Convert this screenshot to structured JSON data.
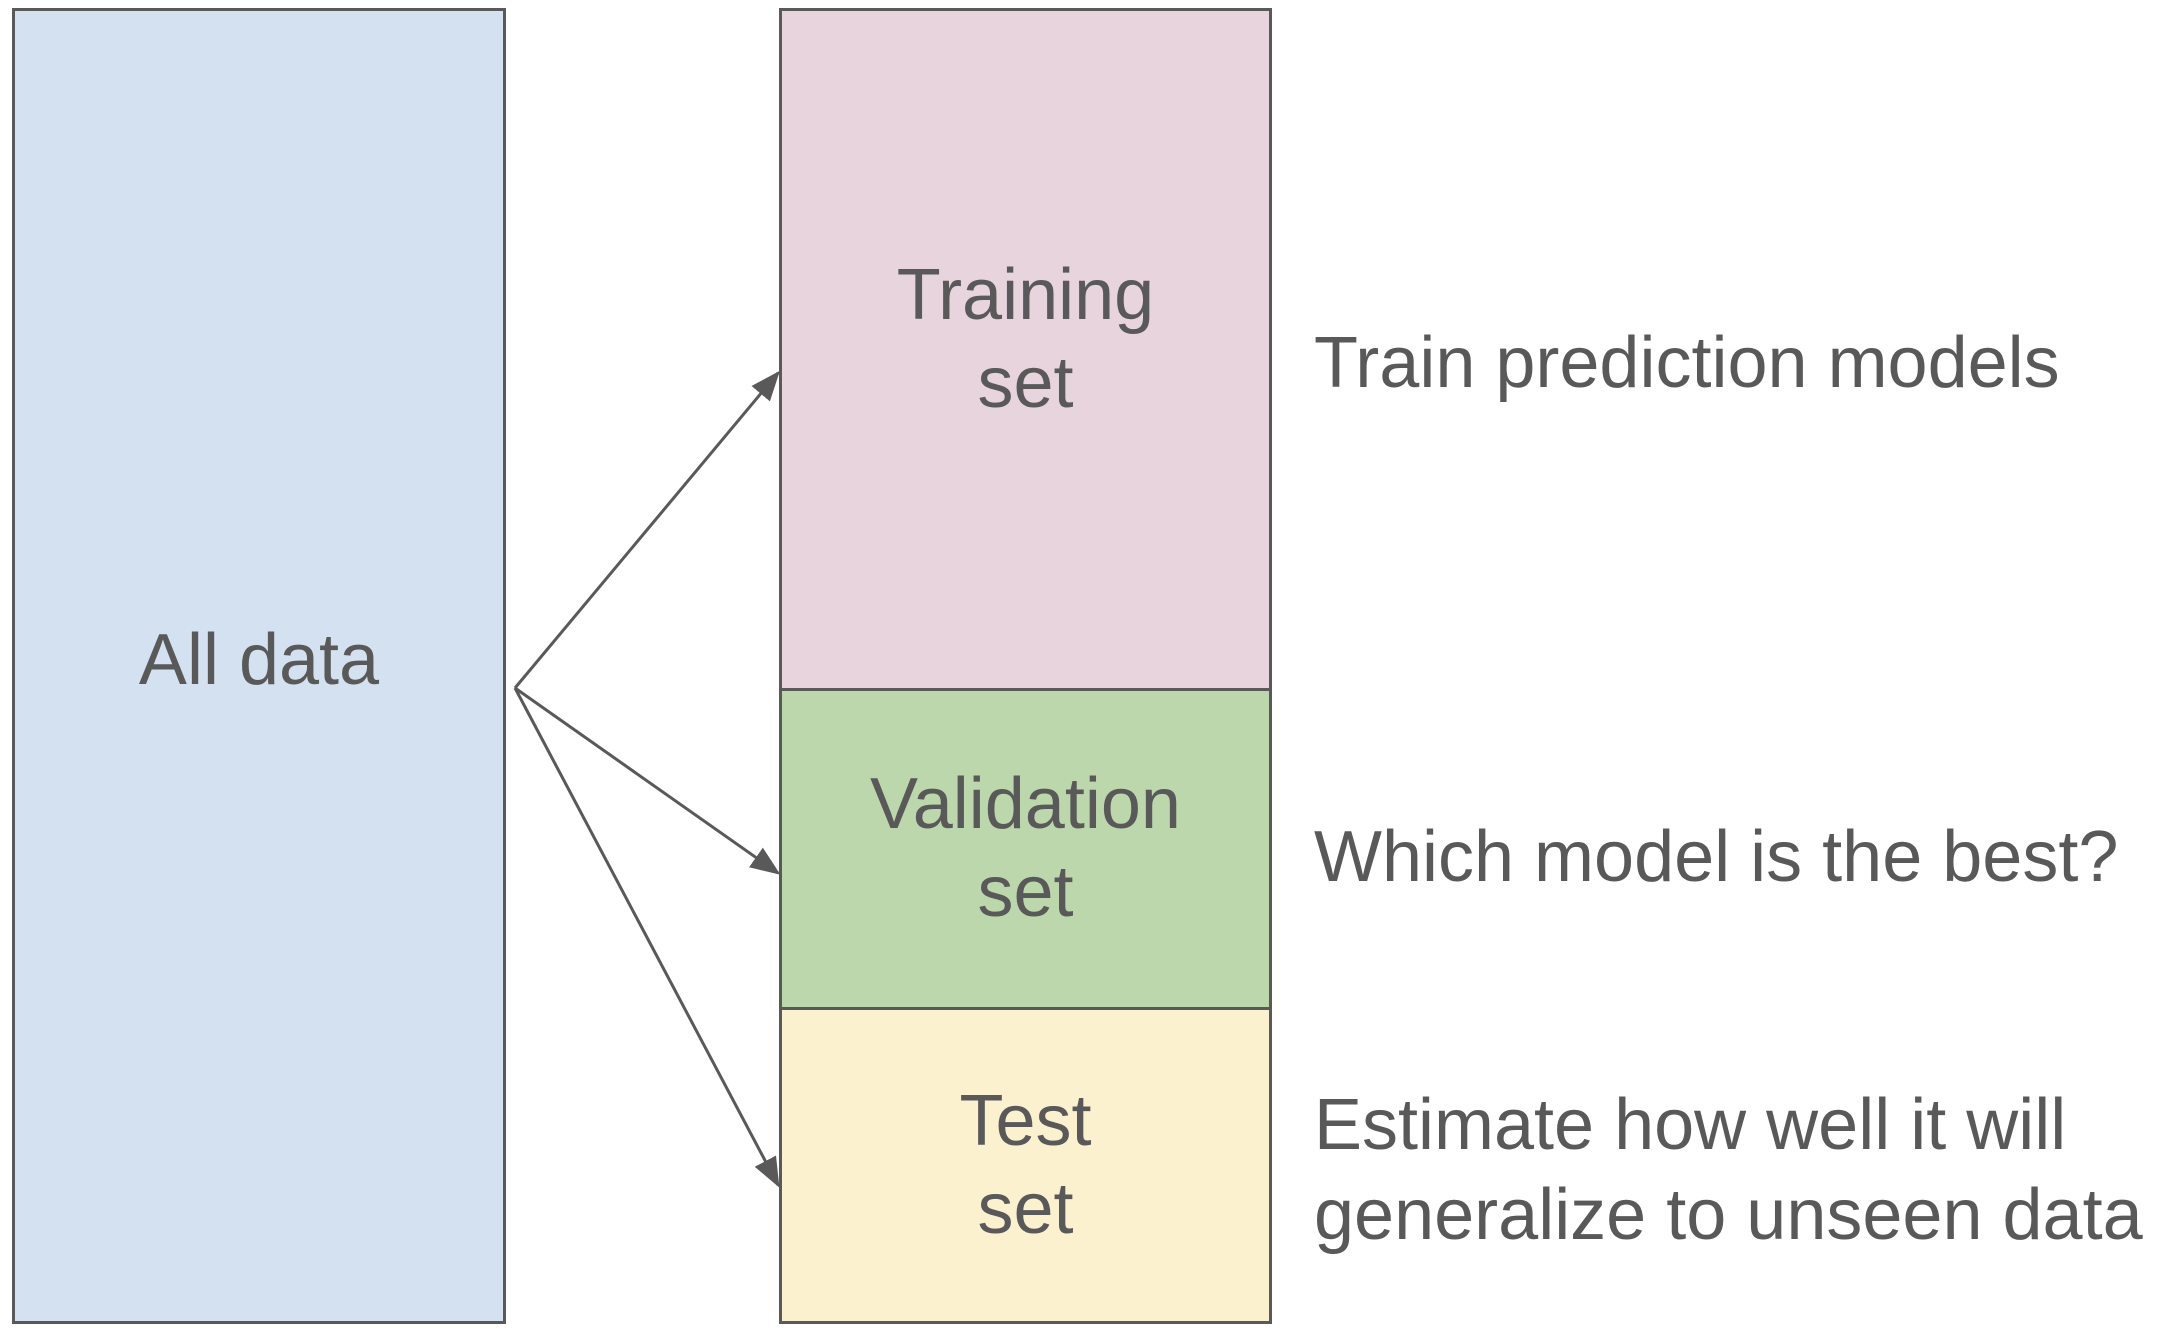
{
  "diagram": {
    "source": {
      "label": "All data",
      "color": "#d4e1f0"
    },
    "splits": [
      {
        "id": "training",
        "label": "Training\nset",
        "color": "#e7d4dc",
        "description": "Train prediction models"
      },
      {
        "id": "validation",
        "label": "Validation\nset",
        "color": "#bdd7ad",
        "description": "Which model is the best?"
      },
      {
        "id": "test",
        "label": "Test\nset",
        "color": "#fbf1cf",
        "description": "Estimate how well it will\ngeneralize to unseen data"
      }
    ],
    "colors": {
      "stroke": "#595959",
      "text": "#595959"
    }
  }
}
